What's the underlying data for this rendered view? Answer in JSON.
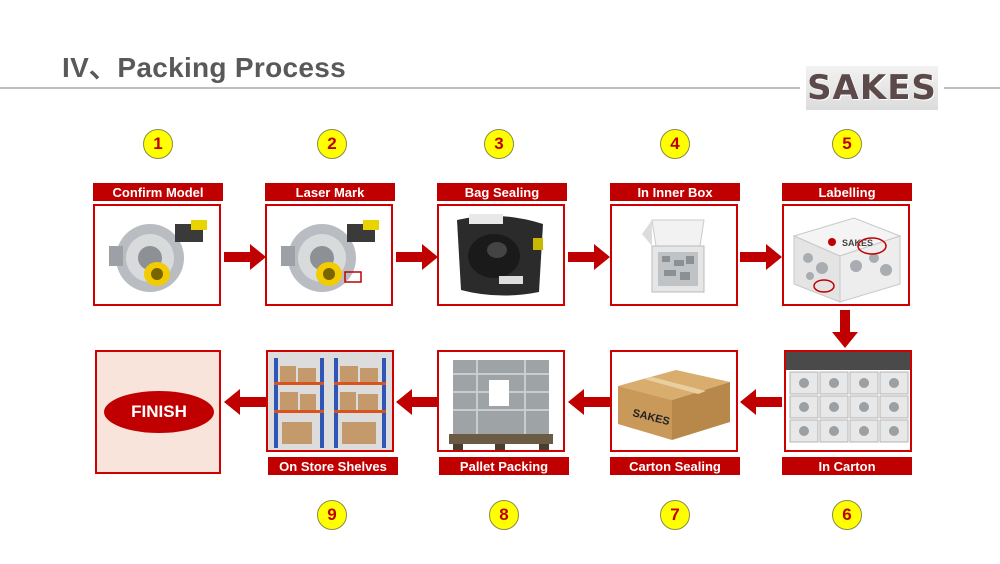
{
  "header": {
    "title": "IV、Packing Process",
    "brand": "SAKES"
  },
  "colors": {
    "accent": "#c00000",
    "number_fill": "#ffff00",
    "finish_bg": "#f9e4dc",
    "title": "#595959"
  },
  "steps": [
    {
      "number": "1",
      "label": "Confirm Model"
    },
    {
      "number": "2",
      "label": "Laser Mark"
    },
    {
      "number": "3",
      "label": "Bag Sealing"
    },
    {
      "number": "4",
      "label": "In Inner Box"
    },
    {
      "number": "5",
      "label": "Labelling"
    },
    {
      "number": "6",
      "label": "In Carton"
    },
    {
      "number": "7",
      "label": "Carton Sealing"
    },
    {
      "number": "8",
      "label": "Pallet Packing"
    },
    {
      "number": "9",
      "label": "On Store Shelves"
    }
  ],
  "finish": {
    "label": "FINISH"
  },
  "box_text": {
    "sakes_label": "SAKES"
  }
}
